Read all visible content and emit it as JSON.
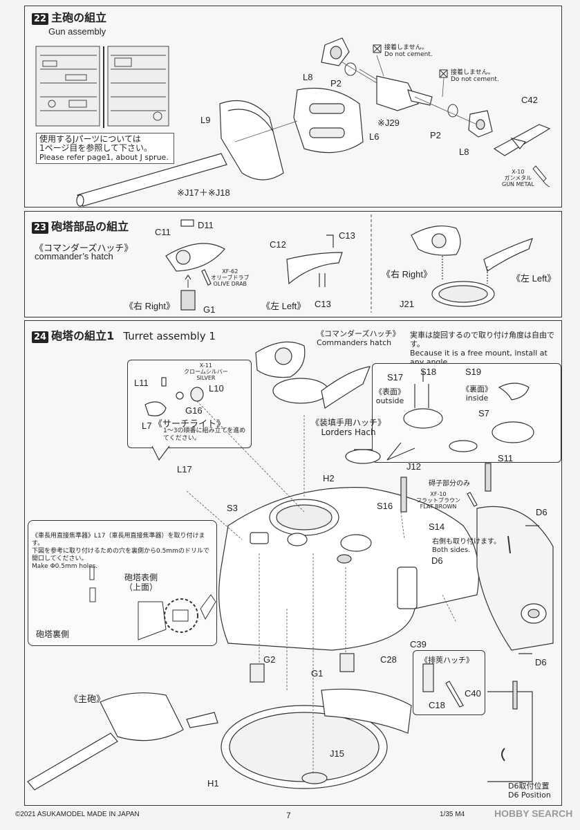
{
  "steps": {
    "s22": {
      "num": "22",
      "title_jp": "主砲の組立",
      "title_en": "Gun assembly",
      "note_jp": "使用するJパーツについては\n1ページ目を参照して下さい。",
      "note_en": "Please refer page1, about J sprue.",
      "do_not_cement_jp": "接着しません。",
      "do_not_cement_en": "Do not cement.",
      "paint_code": "X-10",
      "paint_jp": "ガンメタル",
      "paint_en": "GUN METAL",
      "labels": {
        "L8a": "L8",
        "P2a": "P2",
        "L9": "L9",
        "L6": "L6",
        "J29": "※J29",
        "P2b": "P2",
        "L8b": "L8",
        "C42": "C42",
        "J17": "※J17＋※J18"
      }
    },
    "s23": {
      "num": "23",
      "title_jp": "砲塔部品の組立",
      "commander_jp": "《コマンダーズハッチ》",
      "commander_en": "commander’s hatch",
      "paint_code": "XF-62",
      "paint_jp": "オリーブドラブ",
      "paint_en": "OLIVE DRAB",
      "right": "《右 Right》",
      "left": "《左 Left》",
      "right2": "《右 Right》",
      "left2": "《左 Left》",
      "labels": {
        "C11": "C11",
        "D11": "D11",
        "G1": "G1",
        "C12": "C12",
        "C13a": "C13",
        "C13b": "C13",
        "J21": "J21"
      }
    },
    "s24": {
      "num": "24",
      "title_jp": "砲塔の組立1",
      "title_en": "Turret assembly 1",
      "cmdr_hatch_jp": "《コマンダーズハッチ》",
      "cmdr_hatch_en": "Commanders hatch",
      "free_mount_jp": "実車は旋回するので取り付け角度は自由です。",
      "free_mount_en": "Because it is a free mount, install at any angle",
      "searchlight_paint_code": "X-11",
      "searchlight_paint_jp": "クロームシルバー",
      "searchlight_paint_en": "SILVER",
      "searchlight_jp": "《サーチライト》",
      "searchlight_note": "1〜3の順番に組み立てを進めてください。",
      "outside_jp": "《表面》",
      "outside_en": "outside",
      "inside_jp": "《裏面》",
      "inside_en": "inside",
      "loader_jp": "《装填手用ハッチ》",
      "loader_en": "Lorders Hach",
      "periscope_note_jp": "碍子部分のみ",
      "flat_brown_code": "XF-10",
      "flat_brown_jp": "フラットブラウン",
      "flat_brown_en": "FLAT BROWN",
      "both_sides_jp": "右側も取り付けます。",
      "both_sides_en": "Both sides.",
      "vision_note_jp": "《車長用直接焦準器》L17（車長用直接焦準器）を取り付けます。",
      "vision_note_jp2": "下図を参考に取り付けるための穴を裏側から0.5mmのドリルで開口してください。",
      "vision_note_en": "Make Φ0.5mm holes.",
      "turret_top_jp": "砲塔表側",
      "turret_top_jp2": "（上面）",
      "turret_back_jp": "砲塔裏側",
      "main_gun_jp": "《主砲》",
      "ejector_jp": "《排莢ハッチ》",
      "d6_pos_jp": "D6取付位置",
      "d6_pos_en": "D6 Position",
      "labels": {
        "L11": "L11",
        "L10": "L10",
        "G16": "G16",
        "L7": "L7",
        "S17": "S17",
        "S18": "S18",
        "S19": "S19",
        "S7": "S7",
        "S11": "S11",
        "L17": "L17",
        "H2": "H2",
        "J12": "J12",
        "S3": "S3",
        "S16": "S16",
        "S14": "S14",
        "D6a": "D6",
        "D6b": "D6",
        "D6c": "D6",
        "C39": "C39",
        "G2": "G2",
        "G1": "G1",
        "C28": "C28",
        "C40": "C40",
        "C18": "C18",
        "J15": "J15",
        "H1": "H1"
      }
    }
  },
  "footer": {
    "copyright": "©2021 ASUKAMODEL    MADE IN JAPAN",
    "page": "7",
    "product": "1/35 M4",
    "watermark": "HOBBY SEARCH"
  }
}
